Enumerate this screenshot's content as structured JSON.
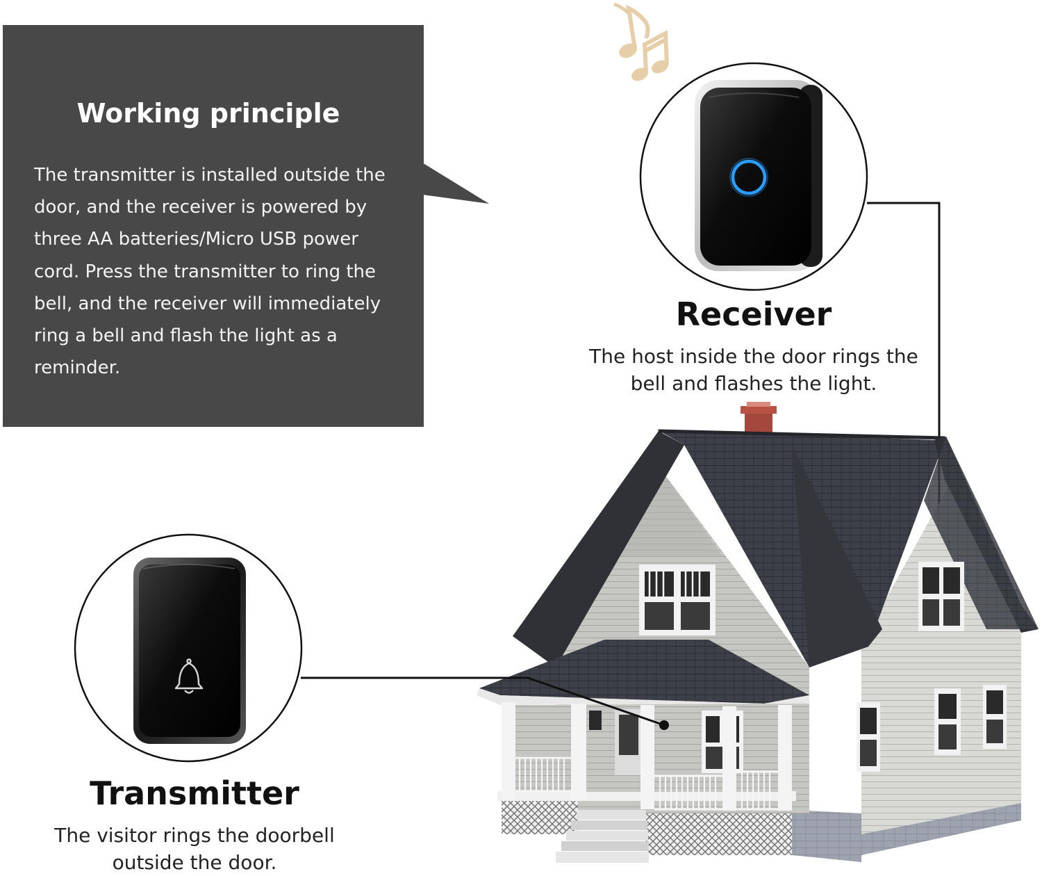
{
  "principle": {
    "title": "Working principle",
    "body": "The transmitter is installed outside the door, and the receiver is powered by three AA batteries/Micro USB power cord. Press the transmitter to ring the bell, and the receiver will immediately ring a bell and flash the light as a reminder."
  },
  "receiver": {
    "title": "Receiver",
    "description": "The host inside the door rings the bell and flashes the light."
  },
  "transmitter": {
    "title": "Transmitter",
    "description": "The visitor rings the doorbell outside the door."
  },
  "icons": {
    "music_notes": "music-notes-icon",
    "receiver_light": "ring-light-icon",
    "bell": "bell-icon"
  },
  "colors": {
    "panel": "#484848",
    "ring_light": "#2a9dff",
    "notes": "#e6cfa8",
    "roof": "#3c3f46",
    "siding": "#c9c9c5"
  }
}
